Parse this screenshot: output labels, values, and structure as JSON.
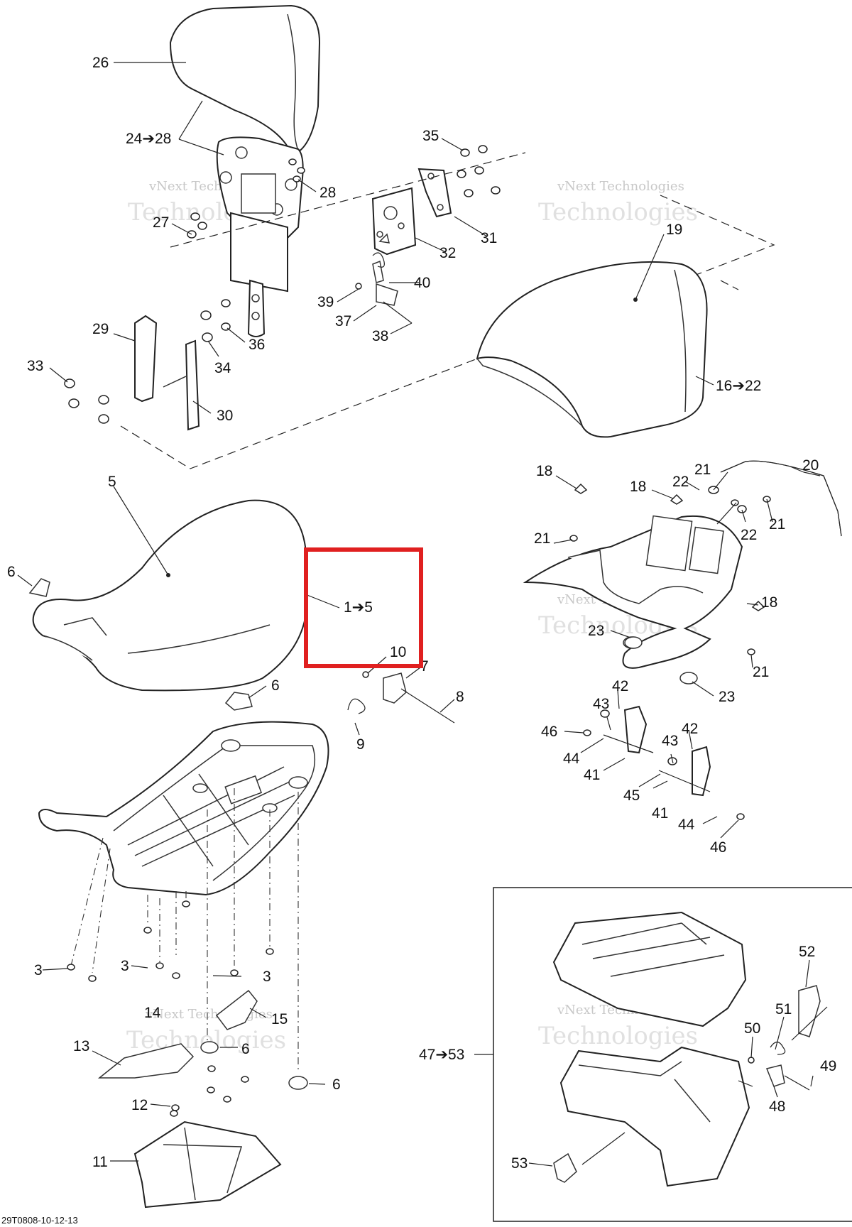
{
  "diagram": {
    "figure_id": "29T0808-10-12-13",
    "watermark": {
      "line1": "vNext Technologies",
      "line2": "vNext Technologies",
      "line3": "Technologies"
    },
    "callouts": {
      "c26": "26",
      "c24_28": "24➔28",
      "c28": "28",
      "c27": "27",
      "c35": "35",
      "c31": "31",
      "c32": "32",
      "c40": "40",
      "c39": "39",
      "c37": "37",
      "c38": "38",
      "c29": "29",
      "c36": "36",
      "c34": "34",
      "c33": "33",
      "c30": "30",
      "c19": "19",
      "c16_22": "16➔22",
      "c18a": "18",
      "c18b": "18",
      "c18c": "18",
      "c21a": "21",
      "c21b": "21",
      "c21c": "21",
      "c21d": "21",
      "c22a": "22",
      "c22b": "22",
      "c20": "20",
      "c23a": "23",
      "c23b": "23",
      "c5": "5",
      "c6a": "6",
      "c6b": "6",
      "c6c": "6",
      "c6d": "6",
      "c1_5": "1➔5",
      "c10": "10",
      "c7": "7",
      "c8": "8",
      "c9": "9",
      "c3a": "3",
      "c3b": "3",
      "c3c": "3",
      "c14": "14",
      "c15": "15",
      "c13": "13",
      "c12": "12",
      "c11": "11",
      "c42a": "42",
      "c42b": "42",
      "c43a": "43",
      "c43b": "43",
      "c46a": "46",
      "c46b": "46",
      "c44a": "44",
      "c44b": "44",
      "c41a": "41",
      "c41b": "41",
      "c45": "45",
      "c47_53": "47➔53",
      "c52": "52",
      "c51": "51",
      "c50": "50",
      "c49": "49",
      "c48": "48",
      "c53": "53"
    },
    "highlight_color": "#e02020"
  }
}
